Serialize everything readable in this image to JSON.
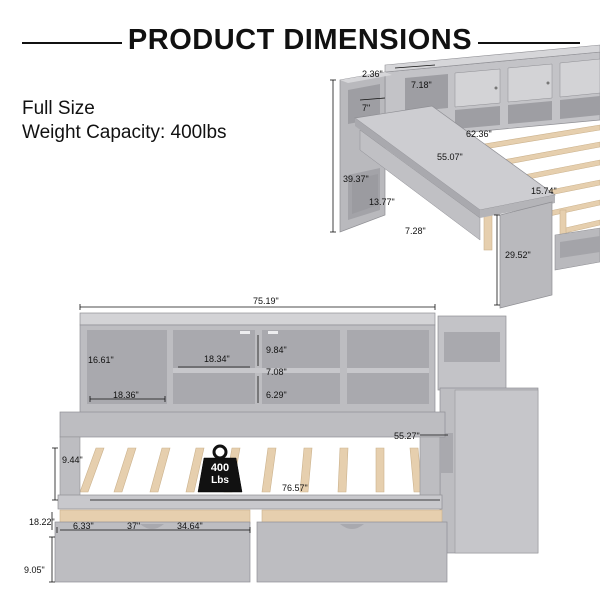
{
  "header": {
    "title": "PRODUCT DIMENSIONS"
  },
  "info": {
    "size": "Full Size",
    "weight_capacity": "Weight Capacity: 400lbs"
  },
  "colors": {
    "frame": "#b9b9bd",
    "frame_dark": "#9c9ca1",
    "frame_light": "#d3d3d6",
    "wood": "#e6cfae",
    "line": "#111111"
  },
  "top_view": {
    "dimensions": {
      "shelf_depth": "2.36\"",
      "cubby_height": "7.18\"",
      "shelf_gap": "7\"",
      "bookcase_width": "62.36\"",
      "desk_length": "55.07\"",
      "desk_width": "15.74\"",
      "total_height": "39.37\"",
      "cabinet_height": "13.77\"",
      "cabinet_depth": "7.28\"",
      "desk_height": "29.52\""
    }
  },
  "front_view": {
    "capacity_label": {
      "value": "400",
      "unit": "Lbs"
    },
    "dimensions": {
      "overall_width": "75.19\"",
      "left_compartment_height": "16.61\"",
      "mid_compartment_width": "18.34\"",
      "mid_upper_height": "9.84\"",
      "mid_lower_height": "7.08\"",
      "bottom_shelf_height": "6.29\"",
      "left_compartment_width": "18.36\"",
      "rail_height": "9.44\"",
      "bed_width": "55.27\"",
      "bed_length": "76.57\"",
      "drawer_clearance": "18.22\"",
      "drawer_offset": "6.33\"",
      "drawer_width": "37\"",
      "drawer_inner_width": "34.64\"",
      "drawer_height": "9.05\""
    }
  }
}
